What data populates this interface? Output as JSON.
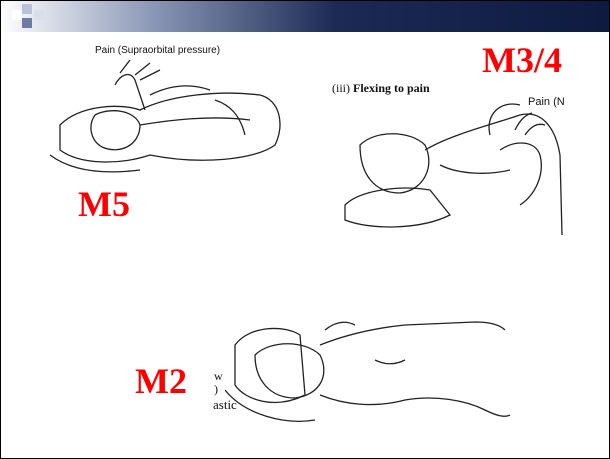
{
  "illustration_1": {
    "annotation": "Pain (Supraorbital pressure)",
    "label": "M5"
  },
  "illustration_2": {
    "caption_prefix": "(iii)",
    "caption_text": "Flexing to pain",
    "annotation": "Pain (N",
    "label": "M3/4"
  },
  "illustration_3": {
    "fragment_1": "w",
    "fragment_2": ")",
    "fragment_3": "astic",
    "label": "M2"
  },
  "colors": {
    "label_color": "#ff0000",
    "bar_dark": "#0e1a3f",
    "bar_light": "#8a97b6"
  }
}
